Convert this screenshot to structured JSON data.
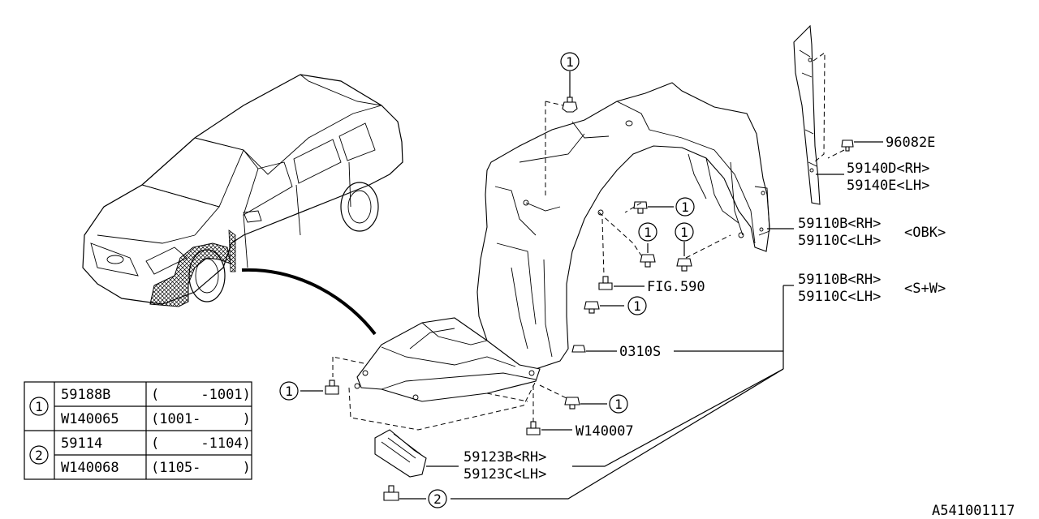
{
  "labels": {
    "clip_96082e": "96082E",
    "p_59140d": "59140D<RH>",
    "p_59140e": "59140E<LH>",
    "p_59110b_obk": "59110B<RH>",
    "p_59110c_obk": "59110C<LH>",
    "obk": "<OBK>",
    "p_59110b_sw": "59110B<RH>",
    "p_59110c_sw": "59110C<LH>",
    "sw": "<S+W>",
    "fig590": "FIG.590",
    "p_0310s": "0310S",
    "w140007": "W140007",
    "p_59123b": "59123B<RH>",
    "p_59123c": "59123C<LH>",
    "diagram_id": "A541001117"
  },
  "callouts": {
    "one": "1",
    "two": "2"
  },
  "table": {
    "rows": [
      {
        "num": "1",
        "part": "59188B",
        "range": "(     -1001)"
      },
      {
        "num": "",
        "part": "W140065",
        "range": "(1001-     )"
      },
      {
        "num": "2",
        "part": "59114",
        "range": "(     -1104)"
      },
      {
        "num": "",
        "part": "W140068",
        "range": "(1105-     )"
      }
    ]
  }
}
